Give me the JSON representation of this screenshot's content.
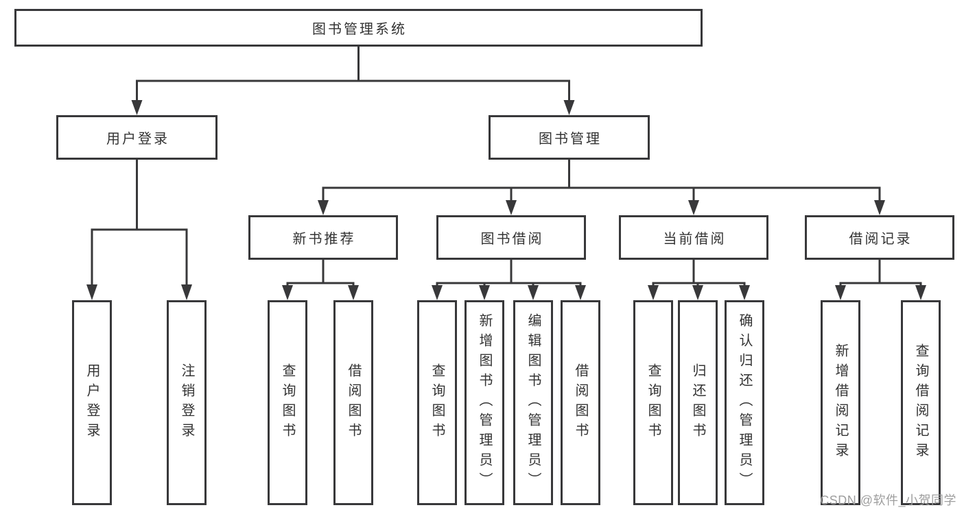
{
  "title": "图书管理系统",
  "colors": {
    "line": "#38383a",
    "box_border": "#38383a",
    "box_fill": "#ffffff",
    "text": "#333333",
    "watermark": "#9e9e9e",
    "background": "#ffffff"
  },
  "watermark": "CSDN @软件_小贺同学",
  "nodes": {
    "root": {
      "label": "图书管理系统"
    },
    "user_login": {
      "label": "用户登录"
    },
    "book_mgmt": {
      "label": "图书管理"
    },
    "new_book_rec": {
      "label": "新书推荐"
    },
    "book_borrow": {
      "label": "图书借阅"
    },
    "current_borrow": {
      "label": "当前借阅"
    },
    "borrow_record": {
      "label": "借阅记录"
    },
    "leaf_user_login": {
      "label": "用户登录"
    },
    "leaf_logout": {
      "label": "注销登录"
    },
    "leaf_nb_query": {
      "label": "查询图书"
    },
    "leaf_nb_borrow": {
      "label": "借阅图书"
    },
    "leaf_bb_query": {
      "label": "查询图书"
    },
    "leaf_bb_add": {
      "label": "新增图书（管理员）"
    },
    "leaf_bb_edit": {
      "label": "编辑图书（管理员）"
    },
    "leaf_bb_borrow": {
      "label": "借阅图书"
    },
    "leaf_cb_query": {
      "label": "查询图书"
    },
    "leaf_cb_return": {
      "label": "归还图书"
    },
    "leaf_cb_confirm": {
      "label": "确认归还（管理员）"
    },
    "leaf_br_add": {
      "label": "新增借阅记录"
    },
    "leaf_br_query": {
      "label": "查询借阅记录"
    }
  },
  "hierarchy": {
    "图书管理系统": {
      "用户登录": [
        "用户登录",
        "注销登录"
      ],
      "图书管理": {
        "新书推荐": [
          "查询图书",
          "借阅图书"
        ],
        "图书借阅": [
          "查询图书",
          "新增图书（管理员）",
          "编辑图书（管理员）",
          "借阅图书"
        ],
        "当前借阅": [
          "查询图书",
          "归还图书",
          "确认归还（管理员）"
        ],
        "借阅记录": [
          "新增借阅记录",
          "查询借阅记录"
        ]
      }
    }
  }
}
